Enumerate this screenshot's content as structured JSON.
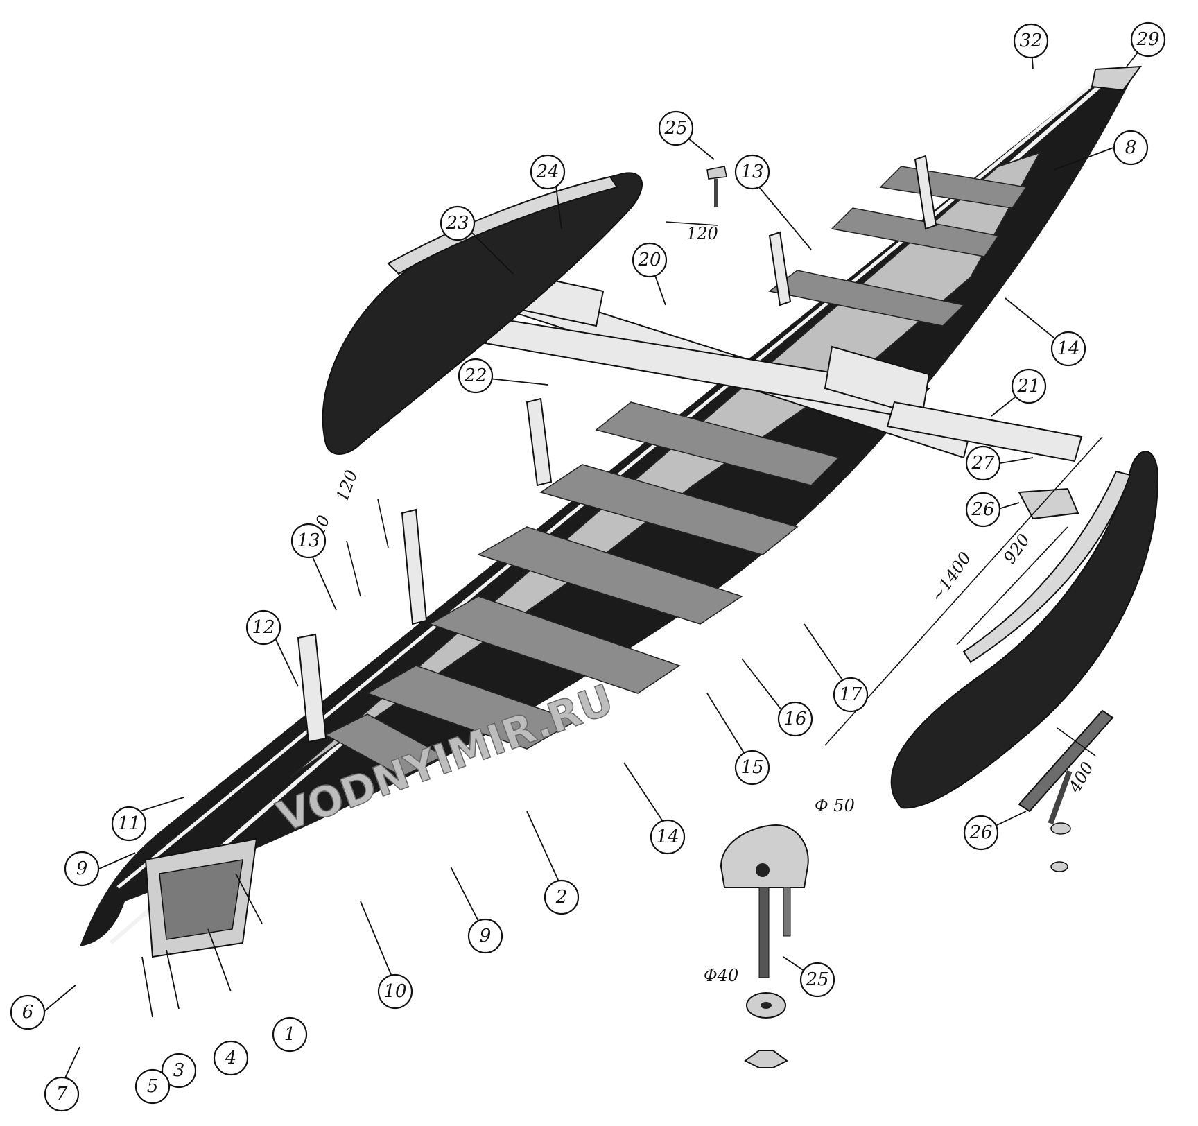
{
  "watermark": "VODNYIMIR.RU",
  "callouts": [
    {
      "id": "c1",
      "label": "1"
    },
    {
      "id": "c2",
      "label": "2"
    },
    {
      "id": "c3",
      "label": "3"
    },
    {
      "id": "c4",
      "label": "4"
    },
    {
      "id": "c5",
      "label": "5"
    },
    {
      "id": "c6",
      "label": "6"
    },
    {
      "id": "c7",
      "label": "7"
    },
    {
      "id": "c8",
      "label": "8"
    },
    {
      "id": "c9a",
      "label": "9"
    },
    {
      "id": "c9b",
      "label": "9"
    },
    {
      "id": "c10",
      "label": "10"
    },
    {
      "id": "c11",
      "label": "11"
    },
    {
      "id": "c12",
      "label": "12"
    },
    {
      "id": "c13a",
      "label": "13"
    },
    {
      "id": "c13b",
      "label": "13"
    },
    {
      "id": "c14a",
      "label": "14"
    },
    {
      "id": "c14b",
      "label": "14"
    },
    {
      "id": "c15",
      "label": "15"
    },
    {
      "id": "c16",
      "label": "16"
    },
    {
      "id": "c17",
      "label": "17"
    },
    {
      "id": "c20",
      "label": "20"
    },
    {
      "id": "c21",
      "label": "21"
    },
    {
      "id": "c22",
      "label": "22"
    },
    {
      "id": "c23",
      "label": "23"
    },
    {
      "id": "c24",
      "label": "24"
    },
    {
      "id": "c25a",
      "label": "25"
    },
    {
      "id": "c25b",
      "label": "25"
    },
    {
      "id": "c26a",
      "label": "26"
    },
    {
      "id": "c26b",
      "label": "26"
    },
    {
      "id": "c27",
      "label": "27"
    },
    {
      "id": "c29",
      "label": "29"
    },
    {
      "id": "c32",
      "label": "32"
    }
  ],
  "dimensions": {
    "d120_top": "120",
    "d120_left": "120",
    "d240": "240",
    "d920": "920",
    "d1400": "~1400",
    "d400": "400",
    "phi50": "Φ 50",
    "phi40": "Φ40"
  }
}
